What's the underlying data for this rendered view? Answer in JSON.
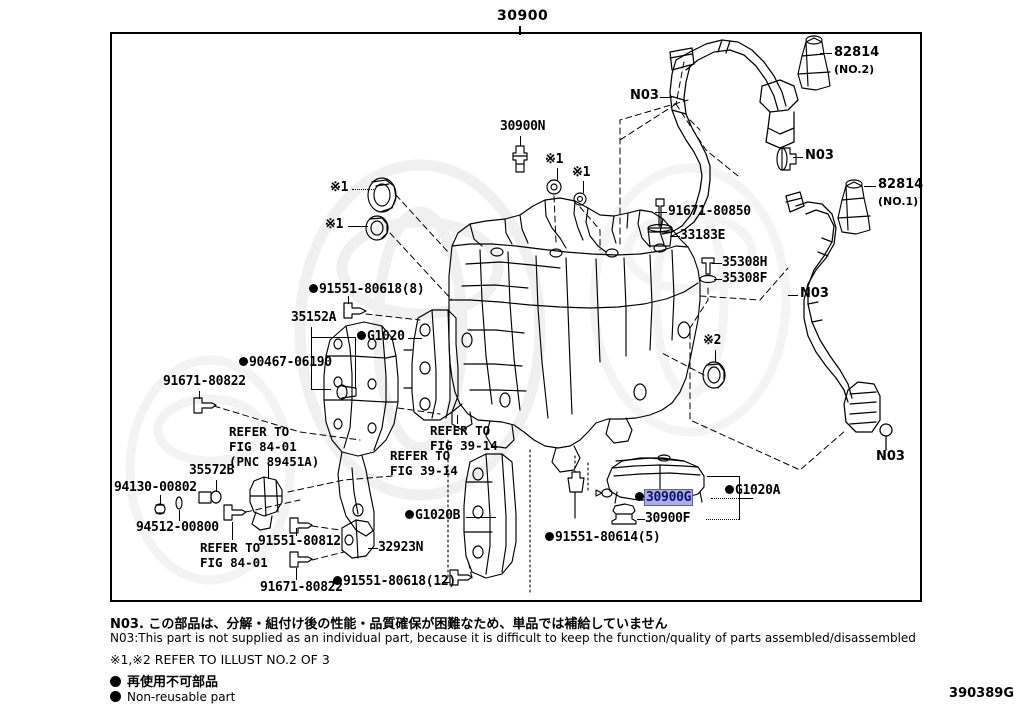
{
  "figure": {
    "title": "30900",
    "drawing_code": "390389G"
  },
  "labels": {
    "seal_upper": "※1",
    "seal_lower": "※1",
    "plug_30900n": "30900N",
    "ring_x1_a": "※1",
    "ring_x1_b": "※1",
    "bolt_91671_80850": "91671-80850",
    "mount_33183e": "33183E",
    "bolt_35308h": "35308H",
    "washer_35308f": "35308F",
    "seal_x2": "※2",
    "bolt_91551_80618_8": "91551-80618(8)",
    "cover_35152a": "35152A",
    "gasket_g1020": "G1020",
    "plug_90467_06190": "90467-06190",
    "bolt_91671_80822_a": "91671-80822",
    "bracket_35572b": "35572B",
    "nut_94130_00802": "94130-00802",
    "washer_94512_00800": "94512-00800",
    "bolt_91551_80812": "91551-80812",
    "bolt_91671_80822_b": "91671-80822",
    "bracket_32923n": "32923N",
    "bolt_91551_80618_12": "91551-80618(12)",
    "gasket_g1020b": "G1020B",
    "bolt_91551_80614_5": "91551-80614(5)",
    "strainer_30900g": "30900G",
    "magnet_30900f": "30900F",
    "gasket_g1020a": "G1020A",
    "hose_n03_topleft": "N03",
    "hose_n03_mid": "N03",
    "hose_n03_right": "N03",
    "hose_n03_bottomright": "N03",
    "clamp_82814_no2": "82814",
    "clamp_82814_no2_sub": "(NO.2)",
    "clamp_82814_no1": "82814",
    "clamp_82814_no1_sub": "(NO.1)"
  },
  "refer_notes": {
    "fig_84_01_pnc_line1": "REFER TO",
    "fig_84_01_pnc_line2": "FIG 84-01",
    "fig_84_01_pnc_line3": "(PNC 89451A)",
    "fig_39_14_a_line1": "REFER TO",
    "fig_39_14_a_line2": "FIG 39-14",
    "fig_39_14_b_line1": "REFER TO",
    "fig_39_14_b_line2": "FIG 39-14",
    "fig_84_01_line1": "REFER TO",
    "fig_84_01_line2": "FIG 84-01"
  },
  "footer": {
    "n03_jp": "N03. この部品は、分解・組付け後の性能・品質確保が困難なため、単品では補給していません",
    "n03_en": "N03:This part is not supplied as an individual part, because it is difficult to keep the function/quality of parts assembled/disassembled",
    "illust_ref": "※1,※2 REFER TO ILLUST NO.2 OF 3",
    "nonreuse_jp": "再使用不可部品",
    "nonreuse_en": "Non-reusable part"
  },
  "colors": {
    "highlight_bg": "#a9aee6",
    "highlight_border": "#5c5fa8",
    "ink": "#000000",
    "watermark": "#f2f2f2"
  }
}
